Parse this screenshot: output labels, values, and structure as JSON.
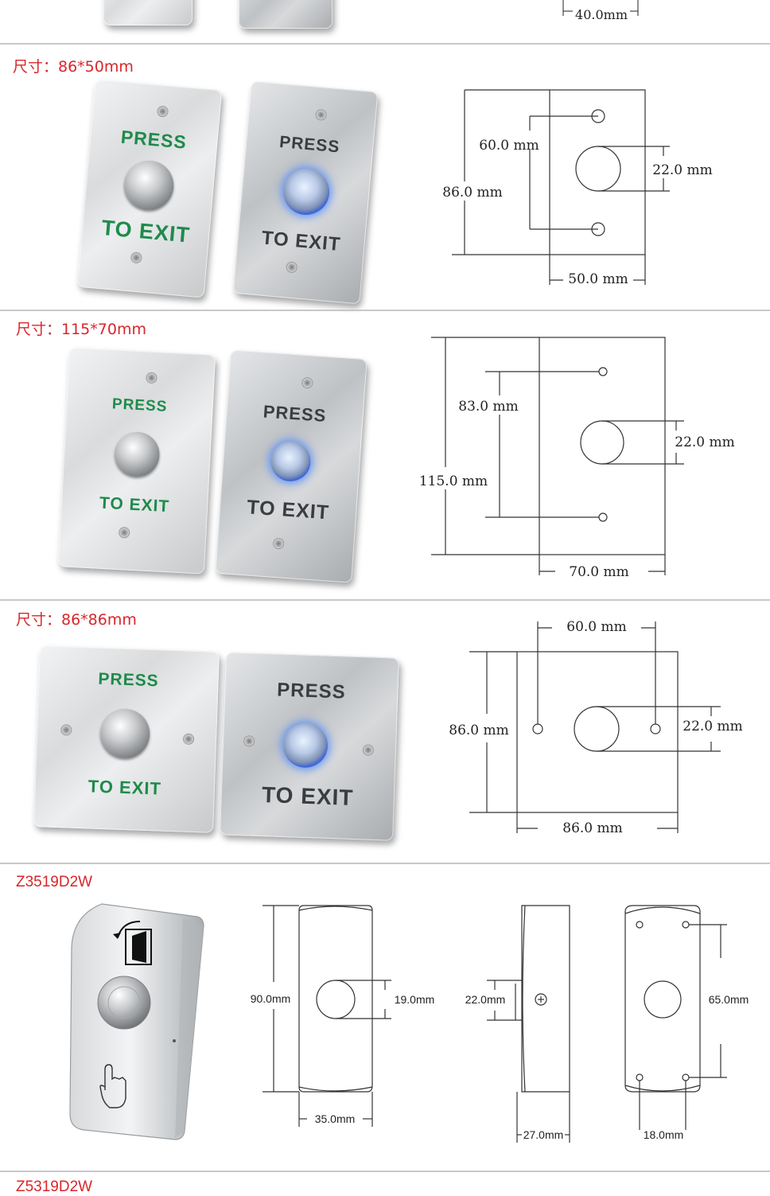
{
  "sections": [
    {
      "heading": ""
    },
    {
      "heading": "尺寸：86*50mm"
    },
    {
      "heading": "尺寸：115*70mm"
    },
    {
      "heading": "尺寸：86*86mm"
    },
    {
      "heading": "Z3519D2W"
    },
    {
      "heading": "Z5319D2W"
    }
  ],
  "plate_labels": {
    "press": "PRESS",
    "to_exit": "TO EXIT"
  },
  "dims": {
    "top": {
      "width": "40.0mm"
    },
    "s1": {
      "holes": "60.0 mm",
      "height": "86.0 mm",
      "button": "22.0 mm",
      "width": "50.0 mm"
    },
    "s2": {
      "holes": "83.0 mm",
      "height": "115.0 mm",
      "button": "22.0 mm",
      "width": "70.0 mm"
    },
    "s3": {
      "holes": "60.0 mm",
      "height": "86.0 mm",
      "button": "22.0 mm",
      "width": "86.0 mm"
    },
    "s4": {
      "height": "90.0mm",
      "button": "19.0mm",
      "front_width": "35.0mm",
      "side": "22.0mm",
      "depth": "27.0mm",
      "holes_v": "65.0mm",
      "holes_h": "18.0mm"
    }
  },
  "colors": {
    "heading": "#d9262b",
    "press_green": "#1f8a4a",
    "led_blue": "#3b63d8"
  }
}
